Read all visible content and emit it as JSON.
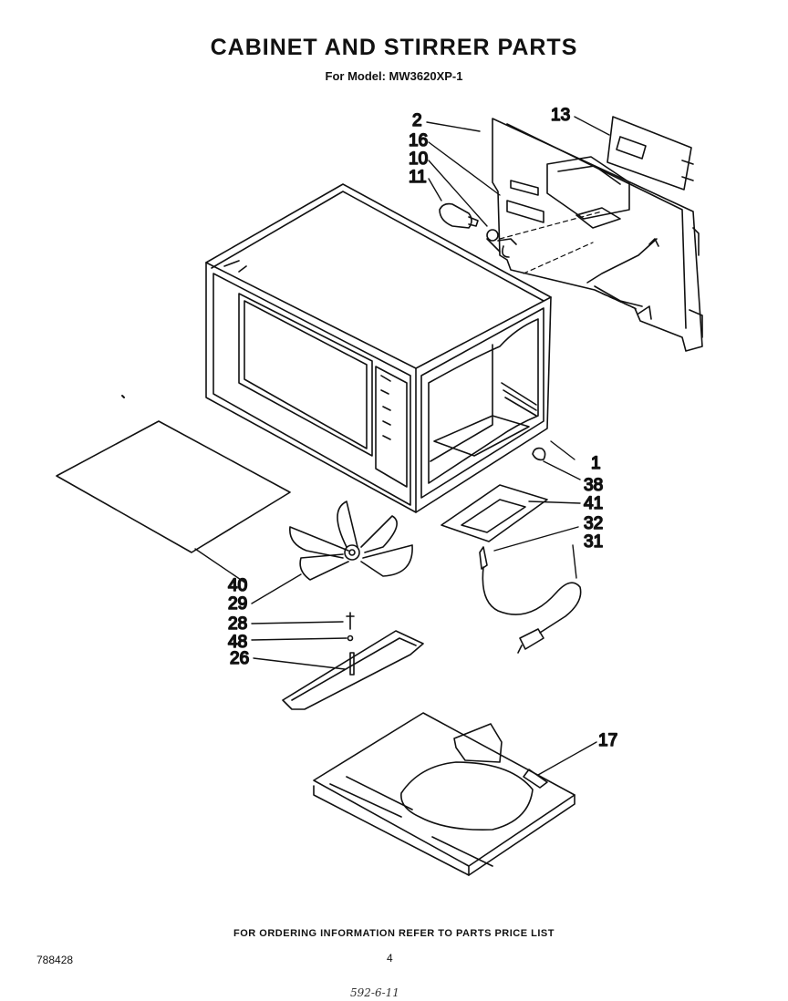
{
  "page": {
    "title": "CABINET AND STIRRER PARTS",
    "subtitle": "For Model: MW3620XP-1",
    "footer": "FOR ORDERING INFORMATION REFER TO PARTS PRICE LIST",
    "doc_number": "788428",
    "page_number": "4",
    "handwritten_note": "592-6-11"
  },
  "callouts": [
    {
      "id": "2",
      "label": "2"
    },
    {
      "id": "16",
      "label": "16"
    },
    {
      "id": "10",
      "label": "10"
    },
    {
      "id": "11",
      "label": "11"
    },
    {
      "id": "13",
      "label": "13"
    },
    {
      "id": "1",
      "label": "1"
    },
    {
      "id": "38",
      "label": "38"
    },
    {
      "id": "41",
      "label": "41"
    },
    {
      "id": "32",
      "label": "32"
    },
    {
      "id": "31",
      "label": "31"
    },
    {
      "id": "40",
      "label": "40"
    },
    {
      "id": "29",
      "label": "29"
    },
    {
      "id": "28",
      "label": "28"
    },
    {
      "id": "48",
      "label": "48"
    },
    {
      "id": "26",
      "label": "26"
    },
    {
      "id": "17",
      "label": "17"
    }
  ]
}
